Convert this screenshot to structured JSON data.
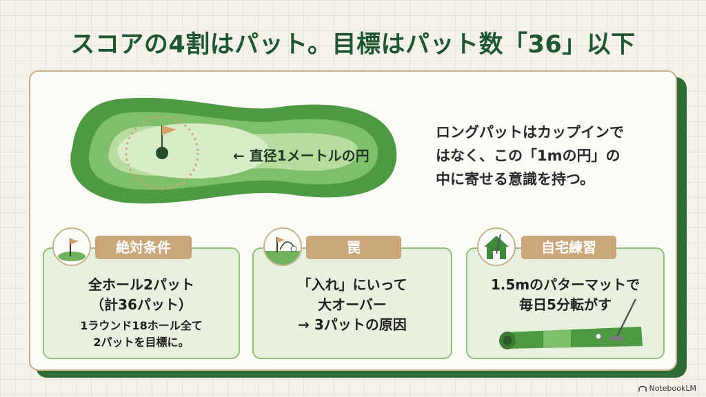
{
  "title": "スコアの4割はパット。目標はパット数「36」以下",
  "green": {
    "diameter_label": "← 直径1メートルの円"
  },
  "tip": {
    "line1": "ロングパットはカップインで",
    "line2": "はなく、この「1mの円」の",
    "line3": "中に寄せる意識を持つ。"
  },
  "cards": [
    {
      "tag": "絶対条件",
      "icon": "flag-on-green-icon",
      "main_line1": "全ホール2パット",
      "main_line2": "（計36パット）",
      "sub_line1": "1ラウンド18ホール全て",
      "sub_line2": "2パットを目標に。"
    },
    {
      "tag": "罠",
      "icon": "ball-overshoot-icon",
      "line1": "「入れ」にいって",
      "line2": "大オーバー",
      "line3": "→ 3パットの原因"
    },
    {
      "tag": "自宅練習",
      "icon": "home-putter-icon",
      "line1": "1.5mのパターマットで",
      "line2": "毎日5分転がす"
    }
  ],
  "logo": "NotebookLM",
  "colors": {
    "title": "#1e5631",
    "tag": "#c9a77b",
    "card_bg": "#e8f1df",
    "green_dark": "#4e9a43",
    "green_light": "#d8ecc7"
  }
}
